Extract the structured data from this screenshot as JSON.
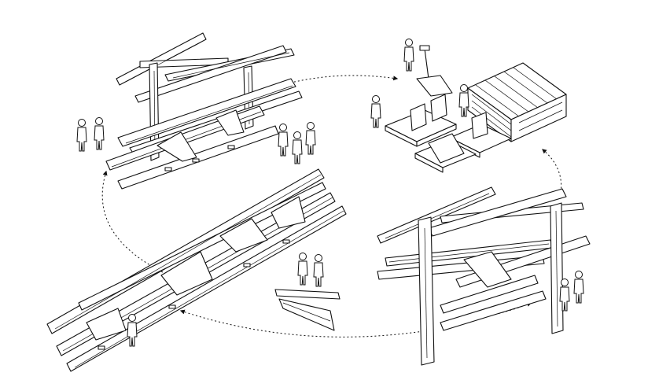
{
  "diagram": {
    "stages": [
      {
        "id": "assembled-frame-top-left"
      },
      {
        "id": "prefabrication-components"
      },
      {
        "id": "partial-frame-right"
      },
      {
        "id": "dismantled-beams-bottom"
      }
    ],
    "cycle_arrows": 4,
    "line_color": "#111111",
    "background": "#ffffff"
  }
}
